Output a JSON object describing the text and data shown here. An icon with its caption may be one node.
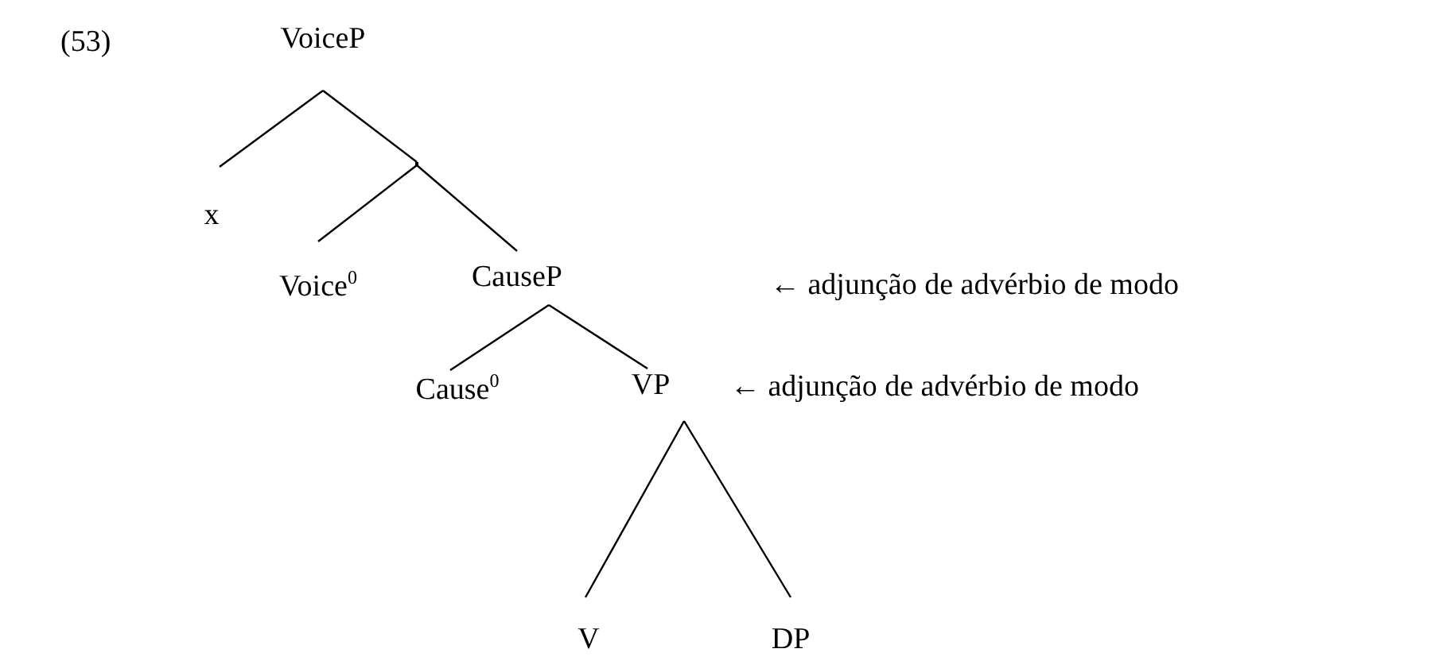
{
  "diagram": {
    "nodes": [
      {
        "text": [
          "VoiceP"
        ]
      },
      {
        "text": [
          "x"
        ]
      },
      {
        "text": [],
        "shape": "point"
      },
      {
        "text": [
          "Voice$^{0}$"
        ]
      },
      {
        "text": [
          "CauseP"
        ]
      },
      {
        "text": [
          "Cause$^{0}$"
        ]
      },
      {
        "text": [
          "VP"
        ]
      },
      {
        "text": [
          "V"
        ]
      },
      {
        "text": [
          "DP"
        ]
      }
    ],
    "edges": [
      {
        "from": 0,
        "to": 1,
        "arrow": "none"
      },
      {
        "from": 0,
        "to": 2,
        "arrow": "none"
      },
      {
        "from": 2,
        "to": 3,
        "arrow": "none"
      },
      {
        "from": 2,
        "to": 4,
        "arrow": "none"
      },
      {
        "from": 4,
        "to": 5,
        "arrow": "none"
      },
      {
        "from": 4,
        "to": 6,
        "arrow": "none"
      },
      {
        "from": 6,
        "to": 7,
        "arrow": "none"
      },
      {
        "from": 6,
        "to": 8,
        "arrow": "none"
      }
    ],
    "labels": [
      "(53)",
      "← adjunção de advérbio de modo",
      "← adjunção de advérbio de modo"
    ]
  }
}
